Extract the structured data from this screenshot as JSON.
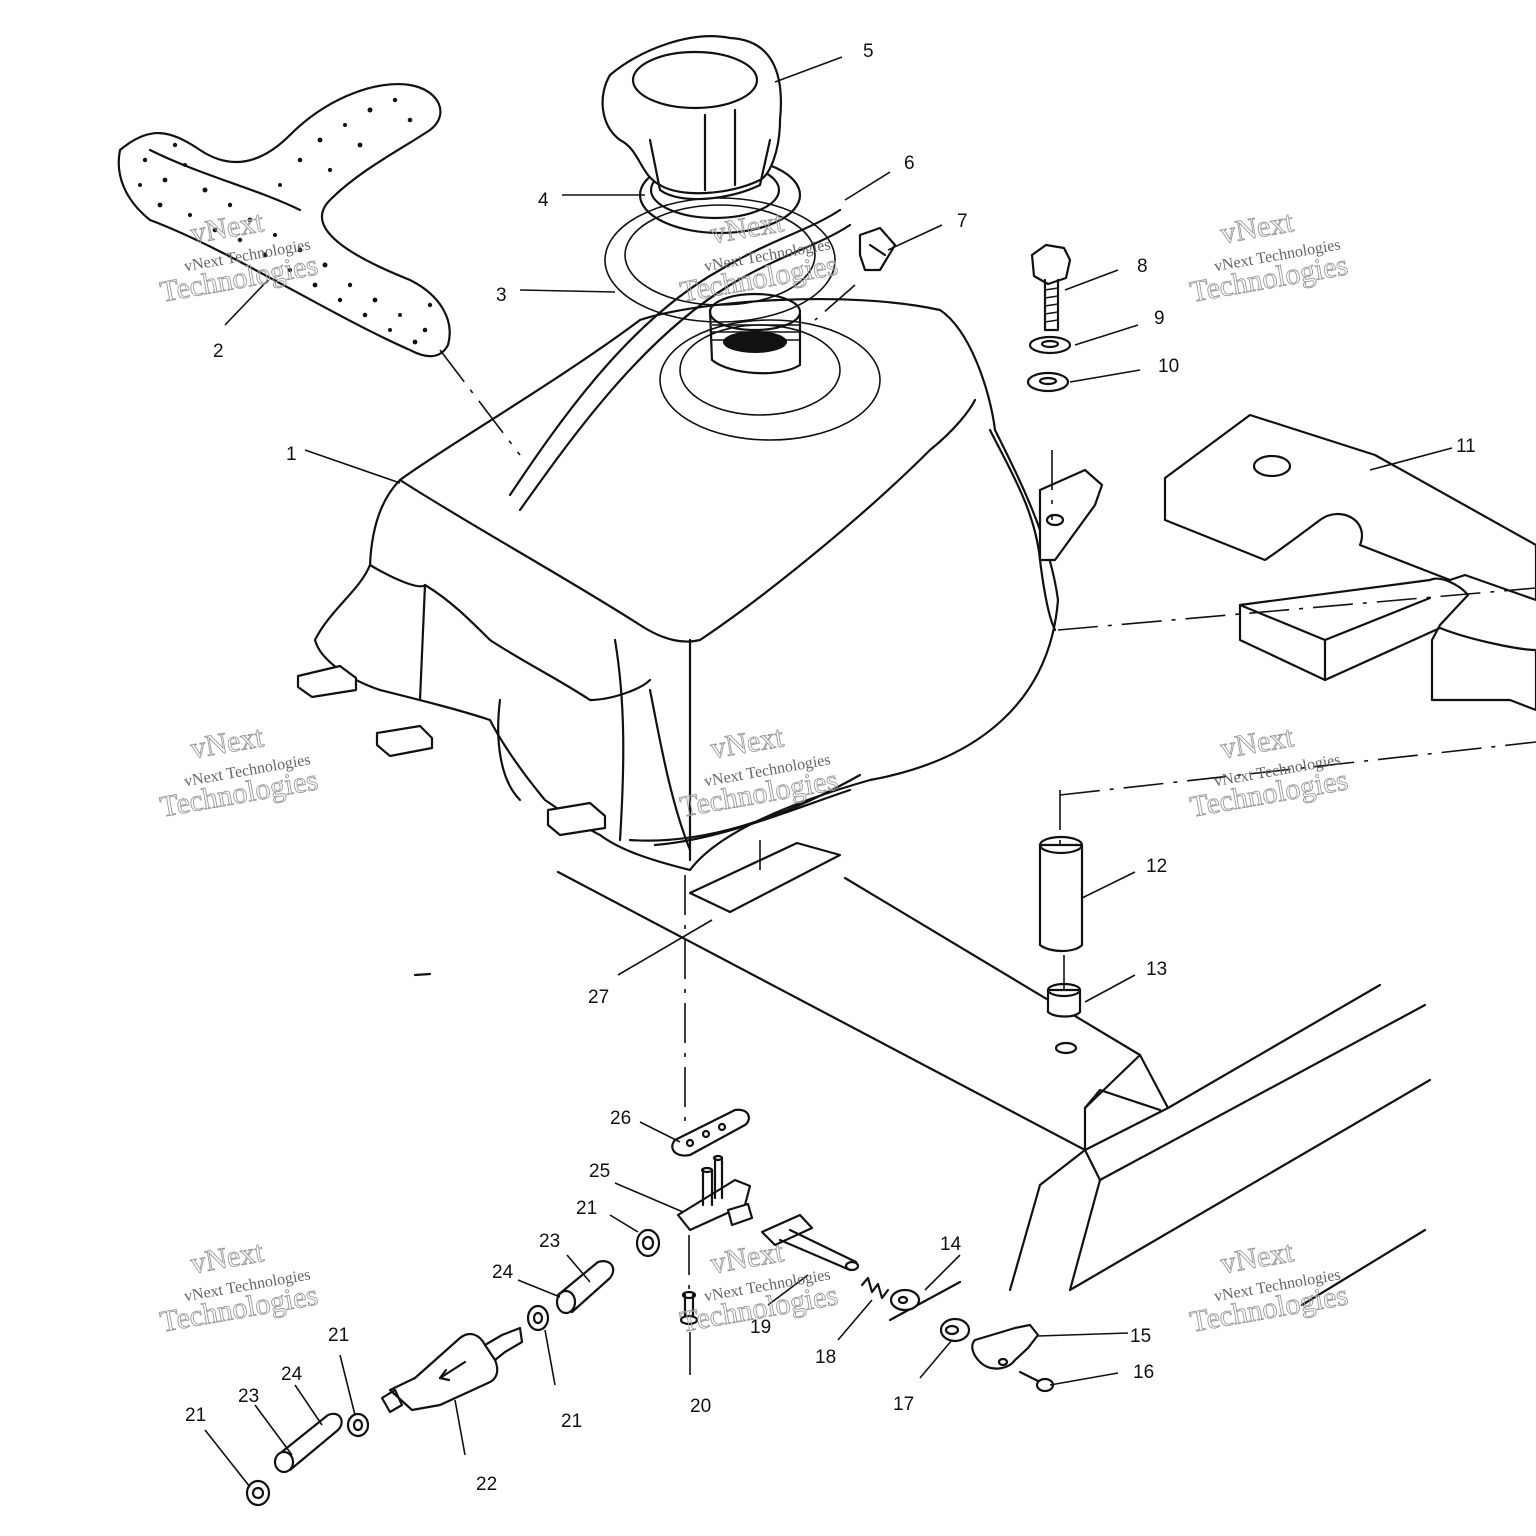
{
  "callouts": [
    {
      "id": "1",
      "label": "1"
    },
    {
      "id": "2",
      "label": "2"
    },
    {
      "id": "3",
      "label": "3"
    },
    {
      "id": "4",
      "label": "4"
    },
    {
      "id": "5",
      "label": "5"
    },
    {
      "id": "6",
      "label": "6"
    },
    {
      "id": "7",
      "label": "7"
    },
    {
      "id": "8",
      "label": "8"
    },
    {
      "id": "9",
      "label": "9"
    },
    {
      "id": "10",
      "label": "10"
    },
    {
      "id": "11",
      "label": "11"
    },
    {
      "id": "12",
      "label": "12"
    },
    {
      "id": "13",
      "label": "13"
    },
    {
      "id": "14",
      "label": "14"
    },
    {
      "id": "15",
      "label": "15"
    },
    {
      "id": "16",
      "label": "16"
    },
    {
      "id": "17",
      "label": "17"
    },
    {
      "id": "18",
      "label": "18"
    },
    {
      "id": "19",
      "label": "19"
    },
    {
      "id": "20",
      "label": "20"
    },
    {
      "id": "21a",
      "label": "21"
    },
    {
      "id": "21b",
      "label": "21"
    },
    {
      "id": "21c",
      "label": "21"
    },
    {
      "id": "21d",
      "label": "21"
    },
    {
      "id": "22",
      "label": "22"
    },
    {
      "id": "23a",
      "label": "23"
    },
    {
      "id": "23b",
      "label": "23"
    },
    {
      "id": "24a",
      "label": "24"
    },
    {
      "id": "24b",
      "label": "24"
    },
    {
      "id": "25",
      "label": "25"
    },
    {
      "id": "26",
      "label": "26"
    },
    {
      "id": "27",
      "label": "27"
    }
  ],
  "watermark": {
    "line1": "vNext",
    "line2": "vNext Technologies",
    "line3": "Technologies"
  }
}
